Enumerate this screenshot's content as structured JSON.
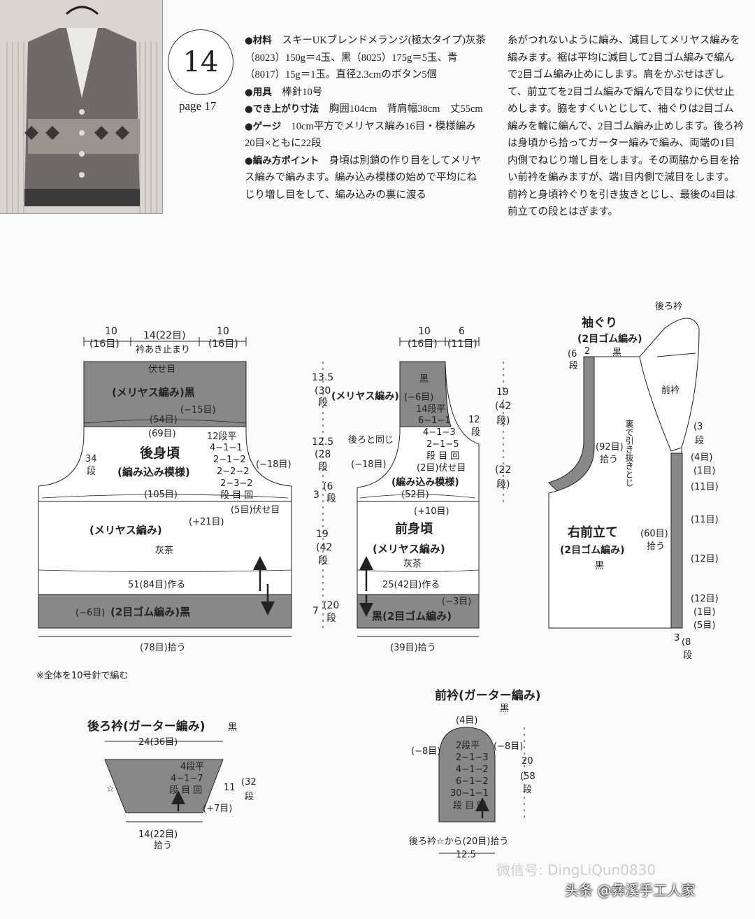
{
  "header": {
    "number": "14",
    "page_ref": "page 17",
    "materials_label": "●材料",
    "materials_text": "スキーUKブレンドメランジ(極太タイプ)灰茶（8023）150g＝4玉、黒（8025）175g＝5玉、青（8017）15g＝1玉。直径2.3cmのボタン5個",
    "tools_label": "●用具",
    "tools_text": "棒針10号",
    "size_label": "●でき上がり寸法",
    "size_text": "胸囲104cm　背肩幅38cm　丈55cm",
    "gauge_label": "●ゲージ",
    "gauge_text": "10cm平方でメリヤス編み16目・模様編み20目×ともに22段",
    "point_label": "●編み方ポイント",
    "point_text": "身頃は別鎖の作り目をしてメリヤス編みで編みます。編み込み模様の始めで平均にねじり増し目をして、編み込みの裏に渡る",
    "description": "糸がつれないように編み、減目してメリヤス編みを編みます。裾は平均に減目して2目ゴム編みで編んで2目ゴム編み止めにします。肩をかぶせはぎして、前立てを2目ゴム編みで編んで目なりに伏せ止めします。脇をすくいとじして、袖ぐりは2目ゴム編みを輪に編んで、2目ゴム編み止めします。後ろ衿は身頃から拾ってガーター編みで編み、両端の1目内側でねじり増し目をします。その両脇から目を拾い前衿を編みますが、端1目内側で減目をします。前衿と身頃衿ぐりを引き抜きとじし、最後の4目は前立ての段とはぎます。"
  },
  "colors": {
    "gray": "#8a8a8a",
    "dark": "#555555",
    "line": "#222222"
  },
  "back_body": {
    "top_dims": [
      "10",
      "(16目)",
      "14(22目)",
      "10",
      "(16目)"
    ],
    "neck_stop": "衿あき止まり",
    "bind_off": "伏せ目",
    "upper_label": "(メリヤス編み)黒",
    "minus15": "(−15目)",
    "s54": "(54目)",
    "s69": "(69目)",
    "title": "後身頃",
    "pattern": "(編み込み模様)",
    "dec": [
      "12段平",
      "4−1−1",
      "2−1−2",
      "2−2−2",
      "2−3−2",
      "段 目 回"
    ],
    "side34": "34",
    "side34b": "段",
    "minus18": "(−18目)",
    "s105": "(105目)",
    "bind5": "(5目)伏せ目",
    "plus21": "(+21目)",
    "lower_label": "(メリヤス編み)",
    "lower_color": "灰茶",
    "make": "51(84目)作る",
    "minus6": "(−6目)",
    "rib": "(2目ゴム編み)黒",
    "pick": "(78目)拾う"
  },
  "front_body": {
    "top_dims": [
      "10",
      "(16目)",
      "6",
      "(11目)"
    ],
    "black": "黒",
    "upper_label": "(メリヤス編み)",
    "minus6": "(−6目)",
    "dec": [
      "14段平",
      "6−1−1",
      "4−1−3",
      "2−1−5",
      "段 目 回"
    ],
    "twelve": "12",
    "twelve_b": "段",
    "same_back": "後ろと同じ",
    "minus18": "(−18目)",
    "bind2": "(2目)伏せ目",
    "pattern": "(編み込み模様)",
    "s52": "(52目)",
    "plus10": "(+10目)",
    "title": "前身頃",
    "lower_label": "(メリヤス編み)",
    "lower_color": "灰茶",
    "make": "25(42目)作る",
    "minus3": "(−3目)",
    "rib": "黒(2目ゴム編み)",
    "pick": "(39目)拾う"
  },
  "vertical_dims": {
    "left": [
      "13.5",
      "(30",
      "段",
      "12.5",
      "(28",
      "段",
      "3",
      "(6",
      "段",
      "19",
      "(42",
      "段",
      "7",
      "(20",
      "段"
    ],
    "right": [
      "19",
      "(42",
      "段)",
      "(22",
      "段)"
    ]
  },
  "armhole": {
    "title": "袖ぐり",
    "sub": "(2目ゴム編み)",
    "black": "黒",
    "six": "(6",
    "six_b": "段",
    "two": "2",
    "pick92": "(92目)",
    "pick92b": "拾う",
    "back_collar": "後ろ衿",
    "front_collar": "前衿",
    "join": "裏で引き抜きとじ",
    "three": "(3",
    "three_b": "段",
    "marks": [
      "(4目)",
      "(1目)",
      "(11目)",
      "(11目)",
      "(12目)",
      "(12目)",
      "(1目)",
      "(5目)"
    ],
    "pick60": "(60目)",
    "pick60b": "拾う",
    "placket_title": "右前立て",
    "placket_sub": "(2目ゴム編み)",
    "placket_color": "黒",
    "bottom3": "3",
    "bottom8": "(8",
    "bottom8b": "段"
  },
  "note": "※全体を10号針で編む",
  "back_collar": {
    "title": "後ろ衿(ガーター編み)",
    "color": "黒",
    "top": "24(36目)",
    "inc": [
      "4段平",
      "4−1−7",
      "段 目 回"
    ],
    "side": "11",
    "side_b": "(32",
    "side_c": "段",
    "plus7": "(+7目)",
    "bottom": "14(22目)",
    "bottom_b": "拾う",
    "star": "☆"
  },
  "front_collar": {
    "title": "前衿(ガーター編み)",
    "color": "黒",
    "top": "(4目)",
    "minus8a": "(−8目)",
    "minus8b": "(−8目)",
    "dec": [
      "2段平",
      "2−1−3",
      "4−1−2",
      "6−1−2",
      "30−1−1",
      "段 目 回"
    ],
    "side": "20",
    "side_b": "(58",
    "side_c": "段",
    "pick": "後ろ衿☆から(20目)拾う",
    "width": "12.5"
  },
  "watermark": {
    "main": "头条 @彝溪手工人家",
    "faint": "微信号: DingLiQun0830"
  }
}
